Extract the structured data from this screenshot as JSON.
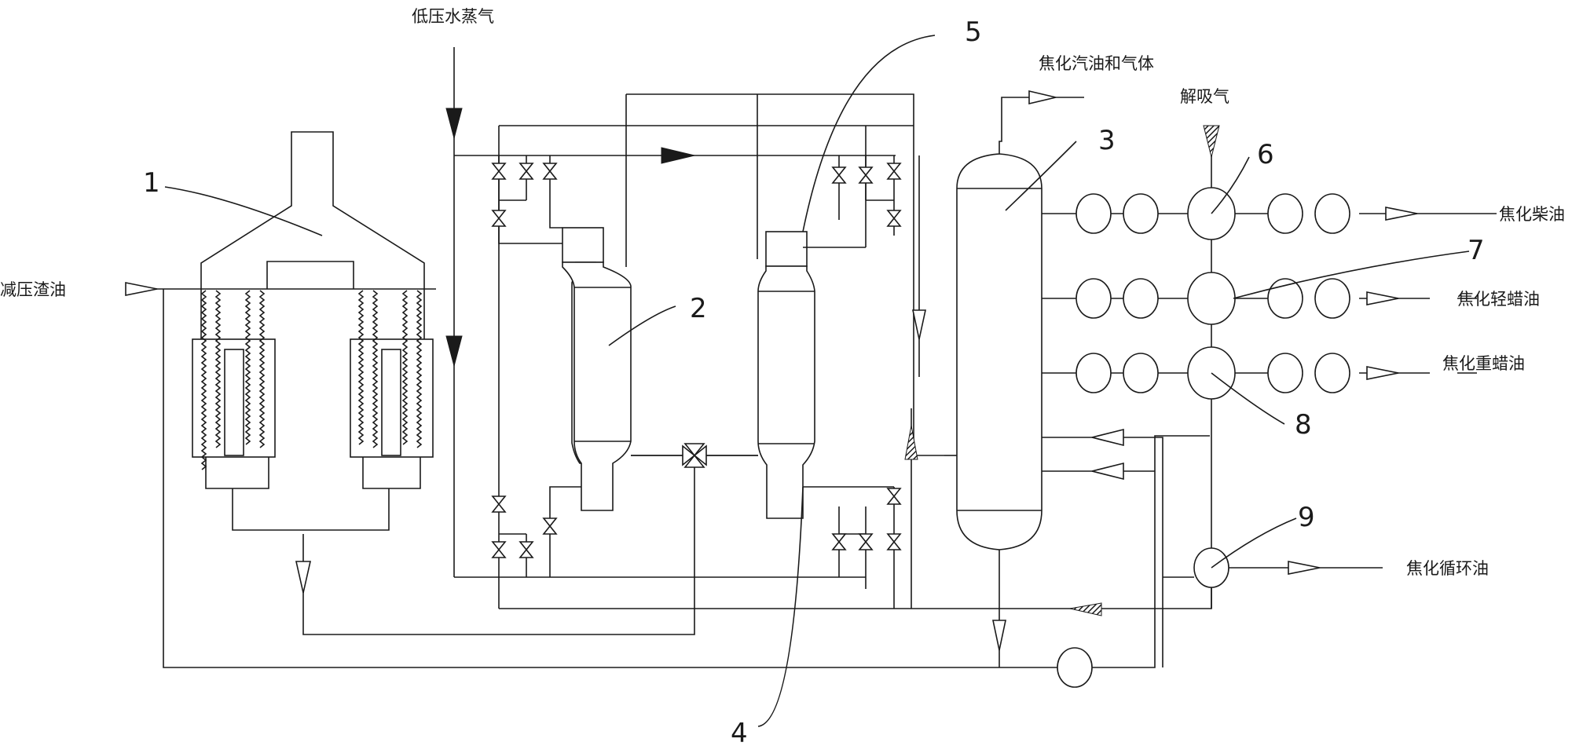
{
  "labels": {
    "vacuum_residue": "减压渣油",
    "low_pressure_steam": "低压水蒸气",
    "coker_gasoline_gas": "焦化汽油和气体",
    "desorbed_gas": "解吸气",
    "coker_diesel": "焦化柴油",
    "coker_light_wax_oil": "焦化轻蜡油",
    "coker_heavy_wax_oil": "焦化重蜡油",
    "coker_recycle_oil": "焦化循环油"
  },
  "callouts": [
    "1",
    "2",
    "3",
    "4",
    "5",
    "6",
    "7",
    "8",
    "9"
  ],
  "colors": {
    "line": "#1a1a1a",
    "hatched_arrow": "#1a1a1a",
    "background": "#ffffff"
  }
}
